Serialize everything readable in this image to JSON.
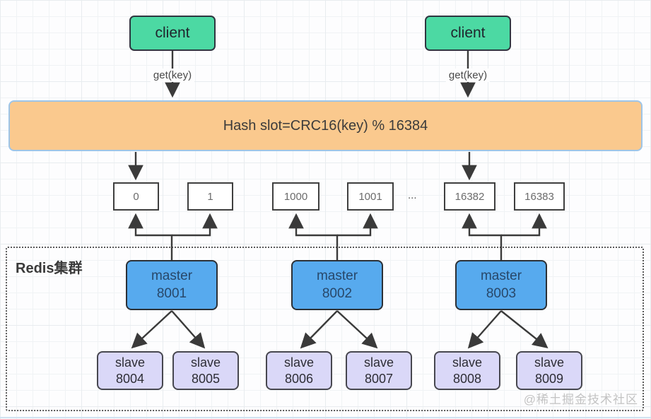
{
  "clients": [
    {
      "label": "client",
      "edge_label": "get(key)"
    },
    {
      "label": "client",
      "edge_label": "get(key)"
    }
  ],
  "hash_banner": {
    "label": "Hash slot=CRC16(key) % 16384"
  },
  "slots": {
    "items": [
      "0",
      "1",
      "1000",
      "1001",
      "16382",
      "16383"
    ],
    "ellipsis": "..."
  },
  "cluster": {
    "label": "Redis集群",
    "masters": [
      {
        "role": "master",
        "port": "8001"
      },
      {
        "role": "master",
        "port": "8002"
      },
      {
        "role": "master",
        "port": "8003"
      }
    ],
    "slaves": [
      {
        "role": "slave",
        "port": "8004"
      },
      {
        "role": "slave",
        "port": "8005"
      },
      {
        "role": "slave",
        "port": "8006"
      },
      {
        "role": "slave",
        "port": "8007"
      },
      {
        "role": "slave",
        "port": "8008"
      },
      {
        "role": "slave",
        "port": "8009"
      }
    ]
  },
  "watermark": "@稀土掘金技术社区",
  "colors": {
    "client_fill": "#4cd9a3",
    "banner_fill": "#fac98e",
    "banner_border": "#9ec5e8",
    "slot_fill": "#ffffff",
    "master_fill": "#57aaee",
    "slave_fill": "#dad8f8",
    "arrow": "#3a3a3a"
  }
}
